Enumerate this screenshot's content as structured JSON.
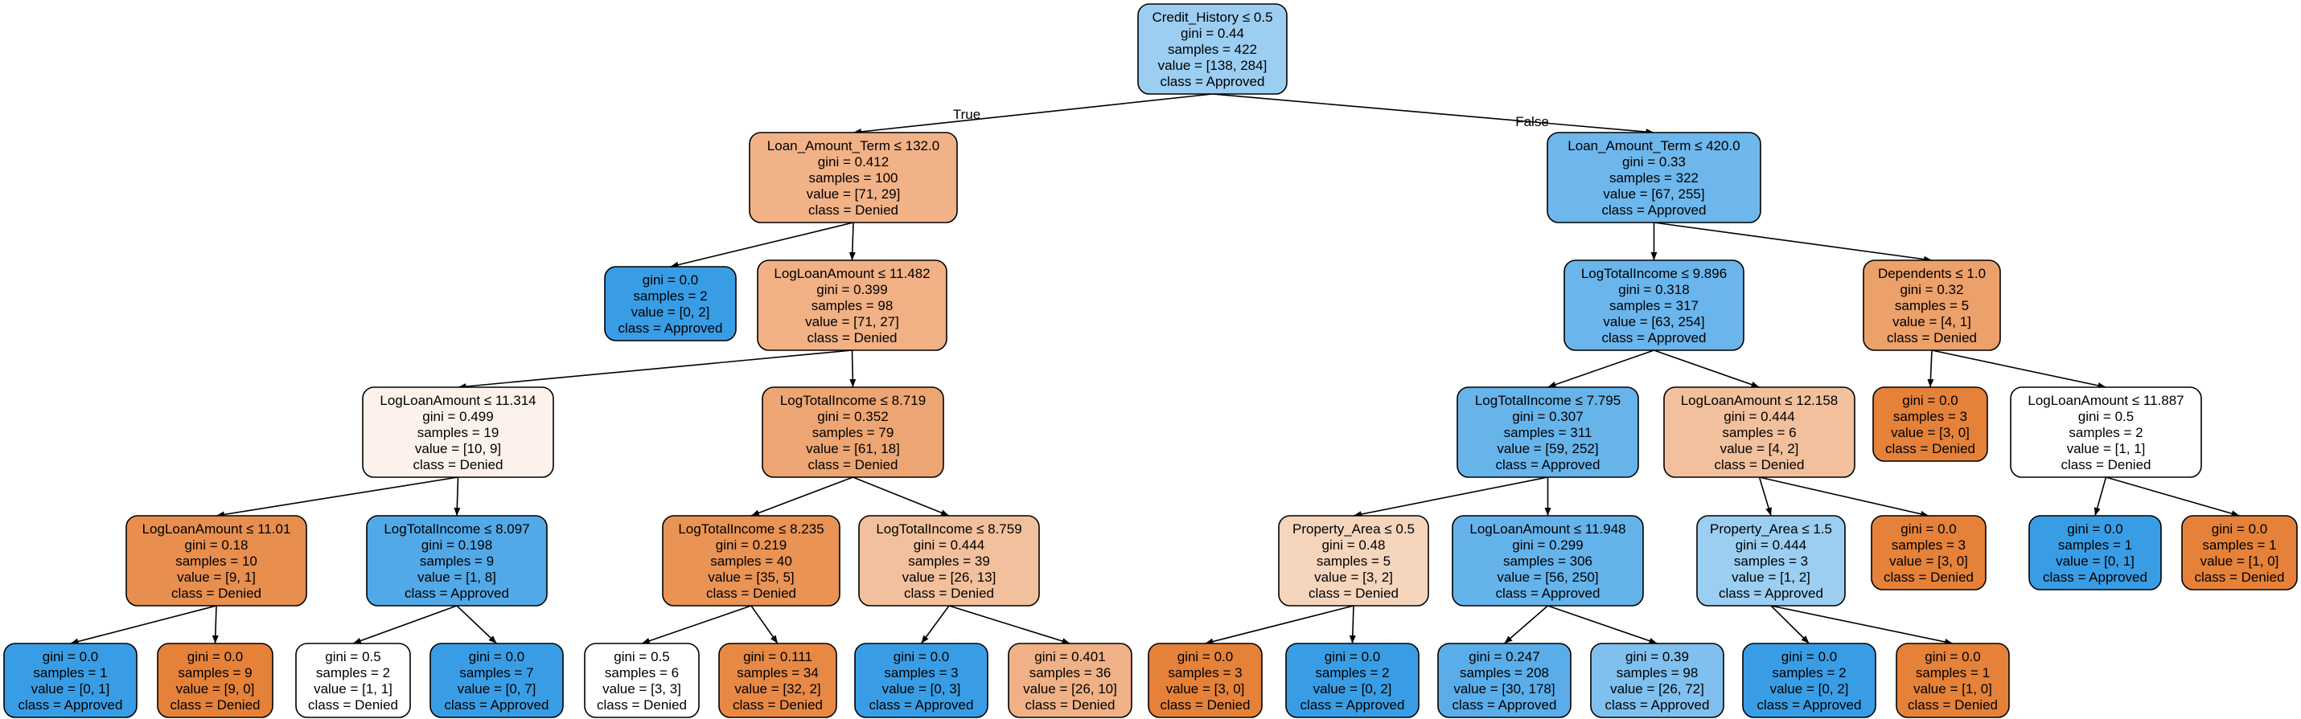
{
  "edge_labels": {
    "true_label": "True",
    "false_label": "False"
  },
  "colors": {
    "approved_dark": "#399de5",
    "approved_light": "#9ccef2",
    "denied_dark": "#e58139",
    "denied_light": "#f6d5bd",
    "neutral": "#ffffff"
  },
  "nodes": [
    {
      "id": "n0",
      "lines": [
        "Credit_History ≤ 0.5",
        "gini = 0.44",
        "samples = 422",
        "value = [138, 284]",
        "class = Approved"
      ],
      "fill": "#9ccef2"
    },
    {
      "id": "n1",
      "lines": [
        "Loan_Amount_Term ≤ 132.0",
        "gini = 0.412",
        "samples = 100",
        "value = [71, 29]",
        "class = Denied"
      ],
      "fill": "#f2b287"
    },
    {
      "id": "n2",
      "lines": [
        "gini = 0.0",
        "samples = 2",
        "value = [0, 2]",
        "class = Approved"
      ],
      "fill": "#399de5"
    },
    {
      "id": "n3",
      "lines": [
        "LogLoanAmount ≤ 11.482",
        "gini = 0.399",
        "samples = 98",
        "value = [71, 27]",
        "class = Denied"
      ],
      "fill": "#f1b184"
    },
    {
      "id": "n4",
      "lines": [
        "LogLoanAmount ≤ 11.314",
        "gini = 0.499",
        "samples = 19",
        "value = [10, 9]",
        "class = Denied"
      ],
      "fill": "#fcf2eb"
    },
    {
      "id": "n5",
      "lines": [
        "LogLoanAmount ≤ 11.01",
        "gini = 0.18",
        "samples = 10",
        "value = [9, 1]",
        "class = Denied"
      ],
      "fill": "#e88f4f"
    },
    {
      "id": "n6",
      "lines": [
        "gini = 0.0",
        "samples = 1",
        "value = [0, 1]",
        "class = Approved"
      ],
      "fill": "#399de5"
    },
    {
      "id": "n7",
      "lines": [
        "gini = 0.0",
        "samples = 9",
        "value = [9, 0]",
        "class = Denied"
      ],
      "fill": "#e58139"
    },
    {
      "id": "n8",
      "lines": [
        "LogTotalIncome ≤ 8.097",
        "gini = 0.198",
        "samples = 9",
        "value = [1, 8]",
        "class = Approved"
      ],
      "fill": "#52a9e8"
    },
    {
      "id": "n9",
      "lines": [
        "gini = 0.5",
        "samples = 2",
        "value = [1, 1]",
        "class = Denied"
      ],
      "fill": "#ffffff"
    },
    {
      "id": "n10",
      "lines": [
        "gini = 0.0",
        "samples = 7",
        "value = [0, 7]",
        "class = Approved"
      ],
      "fill": "#399de5"
    },
    {
      "id": "n11",
      "lines": [
        "LogTotalIncome ≤ 8.719",
        "gini = 0.352",
        "samples = 79",
        "value = [61, 18]",
        "class = Denied"
      ],
      "fill": "#eda673"
    },
    {
      "id": "n12",
      "lines": [
        "LogTotalIncome ≤ 8.235",
        "gini = 0.219",
        "samples = 40",
        "value = [35, 5]",
        "class = Denied"
      ],
      "fill": "#e99355"
    },
    {
      "id": "n13",
      "lines": [
        "gini = 0.5",
        "samples = 6",
        "value = [3, 3]",
        "class = Denied"
      ],
      "fill": "#ffffff"
    },
    {
      "id": "n14",
      "lines": [
        "gini = 0.111",
        "samples = 34",
        "value = [32, 2]",
        "class = Denied"
      ],
      "fill": "#e78945"
    },
    {
      "id": "n15",
      "lines": [
        "LogTotalIncome ≤ 8.759",
        "gini = 0.444",
        "samples = 39",
        "value = [26, 13]",
        "class = Denied"
      ],
      "fill": "#f2c09c"
    },
    {
      "id": "n16",
      "lines": [
        "gini = 0.0",
        "samples = 3",
        "value = [0, 3]",
        "class = Approved"
      ],
      "fill": "#399de5"
    },
    {
      "id": "n17",
      "lines": [
        "gini = 0.401",
        "samples = 36",
        "value = [26, 10]",
        "class = Denied"
      ],
      "fill": "#efb185"
    },
    {
      "id": "n18",
      "lines": [
        "Loan_Amount_Term ≤ 420.0",
        "gini = 0.33",
        "samples = 322",
        "value = [67, 255]",
        "class = Approved"
      ],
      "fill": "#6db7ec"
    },
    {
      "id": "n19",
      "lines": [
        "LogTotalIncome ≤ 9.896",
        "gini = 0.318",
        "samples = 317",
        "value = [63, 254]",
        "class = Approved"
      ],
      "fill": "#6ab5eb"
    },
    {
      "id": "n20",
      "lines": [
        "LogTotalIncome ≤ 7.795",
        "gini = 0.307",
        "samples = 311",
        "value = [59, 252]",
        "class = Approved"
      ],
      "fill": "#67b4eb"
    },
    {
      "id": "n21",
      "lines": [
        "Property_Area ≤ 0.5",
        "gini = 0.48",
        "samples = 5",
        "value = [3, 2]",
        "class = Denied"
      ],
      "fill": "#f6d5bd"
    },
    {
      "id": "n22",
      "lines": [
        "gini = 0.0",
        "samples = 3",
        "value = [3, 0]",
        "class = Denied"
      ],
      "fill": "#e58139"
    },
    {
      "id": "n23",
      "lines": [
        "gini = 0.0",
        "samples = 2",
        "value = [0, 2]",
        "class = Approved"
      ],
      "fill": "#399de5"
    },
    {
      "id": "n24",
      "lines": [
        "LogLoanAmount ≤ 11.948",
        "gini = 0.299",
        "samples = 306",
        "value = [56, 250]",
        "class = Approved"
      ],
      "fill": "#65b3eb"
    },
    {
      "id": "n25",
      "lines": [
        "gini = 0.247",
        "samples = 208",
        "value = [30, 178]",
        "class = Approved"
      ],
      "fill": "#5aade9"
    },
    {
      "id": "n26",
      "lines": [
        "gini = 0.39",
        "samples = 98",
        "value = [26, 72]",
        "class = Approved"
      ],
      "fill": "#80c0ee"
    },
    {
      "id": "n27",
      "lines": [
        "LogLoanAmount ≤ 12.158",
        "gini = 0.444",
        "samples = 6",
        "value = [4, 2]",
        "class = Denied"
      ],
      "fill": "#f2c09c"
    },
    {
      "id": "n28",
      "lines": [
        "Property_Area ≤ 1.5",
        "gini = 0.444",
        "samples = 3",
        "value = [1, 2]",
        "class = Approved"
      ],
      "fill": "#9ccef2"
    },
    {
      "id": "n29",
      "lines": [
        "gini = 0.0",
        "samples = 2",
        "value = [0, 2]",
        "class = Approved"
      ],
      "fill": "#399de5"
    },
    {
      "id": "n30",
      "lines": [
        "gini = 0.0",
        "samples = 1",
        "value = [1, 0]",
        "class = Denied"
      ],
      "fill": "#e58139"
    },
    {
      "id": "n31",
      "lines": [
        "gini = 0.0",
        "samples = 3",
        "value = [3, 0]",
        "class = Denied"
      ],
      "fill": "#e58139"
    },
    {
      "id": "n32",
      "lines": [
        "Dependents ≤ 1.0",
        "gini = 0.32",
        "samples = 5",
        "value = [4, 1]",
        "class = Denied"
      ],
      "fill": "#eca06a"
    },
    {
      "id": "n33",
      "lines": [
        "gini = 0.0",
        "samples = 3",
        "value = [3, 0]",
        "class = Denied"
      ],
      "fill": "#e58139"
    },
    {
      "id": "n34",
      "lines": [
        "LogLoanAmount ≤ 11.887",
        "gini = 0.5",
        "samples = 2",
        "value = [1, 1]",
        "class = Denied"
      ],
      "fill": "#ffffff"
    },
    {
      "id": "n35",
      "lines": [
        "gini = 0.0",
        "samples = 1",
        "value = [0, 1]",
        "class = Approved"
      ],
      "fill": "#399de5"
    },
    {
      "id": "n36",
      "lines": [
        "gini = 0.0",
        "samples = 1",
        "value = [1, 0]",
        "class = Denied"
      ],
      "fill": "#e58139"
    }
  ],
  "edges": [
    {
      "from": "n0",
      "to": "n1"
    },
    {
      "from": "n0",
      "to": "n18"
    },
    {
      "from": "n1",
      "to": "n2"
    },
    {
      "from": "n1",
      "to": "n3"
    },
    {
      "from": "n3",
      "to": "n4"
    },
    {
      "from": "n3",
      "to": "n11"
    },
    {
      "from": "n4",
      "to": "n5"
    },
    {
      "from": "n4",
      "to": "n8"
    },
    {
      "from": "n5",
      "to": "n6"
    },
    {
      "from": "n5",
      "to": "n7"
    },
    {
      "from": "n8",
      "to": "n9"
    },
    {
      "from": "n8",
      "to": "n10"
    },
    {
      "from": "n11",
      "to": "n12"
    },
    {
      "from": "n11",
      "to": "n15"
    },
    {
      "from": "n12",
      "to": "n13"
    },
    {
      "from": "n12",
      "to": "n14"
    },
    {
      "from": "n15",
      "to": "n16"
    },
    {
      "from": "n15",
      "to": "n17"
    },
    {
      "from": "n18",
      "to": "n19"
    },
    {
      "from": "n18",
      "to": "n32"
    },
    {
      "from": "n19",
      "to": "n20"
    },
    {
      "from": "n19",
      "to": "n27"
    },
    {
      "from": "n20",
      "to": "n21"
    },
    {
      "from": "n20",
      "to": "n24"
    },
    {
      "from": "n21",
      "to": "n22"
    },
    {
      "from": "n21",
      "to": "n23"
    },
    {
      "from": "n24",
      "to": "n25"
    },
    {
      "from": "n24",
      "to": "n26"
    },
    {
      "from": "n27",
      "to": "n28"
    },
    {
      "from": "n27",
      "to": "n31"
    },
    {
      "from": "n28",
      "to": "n29"
    },
    {
      "from": "n28",
      "to": "n30"
    },
    {
      "from": "n32",
      "to": "n33"
    },
    {
      "from": "n32",
      "to": "n34"
    },
    {
      "from": "n34",
      "to": "n35"
    },
    {
      "from": "n34",
      "to": "n36"
    }
  ]
}
